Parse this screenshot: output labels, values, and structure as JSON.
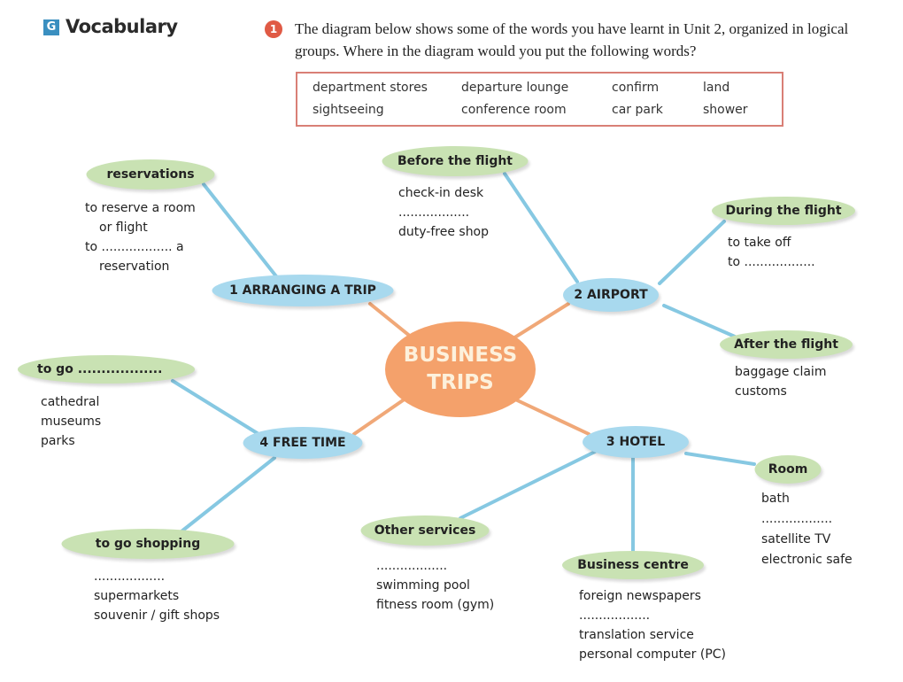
{
  "header": {
    "section_letter": "G",
    "section_title": "Vocabulary",
    "exercise_number": "1",
    "instruction": "The diagram below shows some of the words you have learnt in Unit 2, organized in logical groups. Where in the diagram would you put the following words?"
  },
  "word_box": [
    "department stores",
    "departure lounge",
    "confirm",
    "land",
    "sightseeing",
    "conference room",
    "car park",
    "shower"
  ],
  "diagram": {
    "center": {
      "line1": "BUSINESS",
      "line2": "TRIPS"
    },
    "main_nodes": {
      "arranging": "1  ARRANGING A TRIP",
      "airport": "2  AIRPORT",
      "hotel": "3  HOTEL",
      "free_time": "4  FREE TIME"
    },
    "reservations": {
      "label": "reservations",
      "items": [
        "to reserve a room",
        "or flight",
        "to .................. a",
        "reservation"
      ]
    },
    "before_flight": {
      "label": "Before the flight",
      "items": [
        "check-in desk",
        "..................",
        "duty-free shop"
      ]
    },
    "during_flight": {
      "label": "During the flight",
      "items": [
        "to take off",
        "to .................."
      ]
    },
    "after_flight": {
      "label": "After the flight",
      "items": [
        "baggage claim",
        "customs"
      ]
    },
    "to_go": {
      "label": "to go ..................",
      "items": [
        "cathedral",
        "museums",
        "parks"
      ]
    },
    "shopping": {
      "label": "to go shopping",
      "items": [
        "..................",
        "supermarkets",
        "souvenir / gift shops"
      ]
    },
    "other_services": {
      "label": "Other services",
      "items": [
        "..................",
        "swimming pool",
        "fitness room (gym)"
      ]
    },
    "business_centre": {
      "label": "Business centre",
      "items": [
        "foreign newspapers",
        "..................",
        "translation service",
        "personal computer (PC)"
      ]
    },
    "room": {
      "label": "Room",
      "items": [
        "bath",
        "..................",
        "satellite TV",
        "electronic safe"
      ]
    }
  },
  "colors": {
    "blue_node": "#a8d9ee",
    "green_node": "#c9e2b3",
    "center": "#f4a16b",
    "blue_line": "#86c8e2",
    "orange_line": "#f0a878"
  }
}
